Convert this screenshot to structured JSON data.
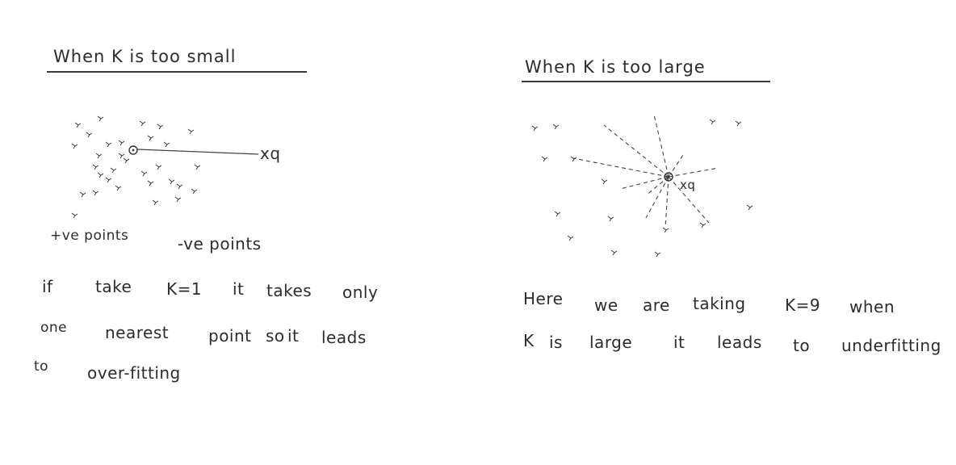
{
  "left": {
    "title": "When K is too small",
    "query_label": "xq",
    "pos_label": "+ve points",
    "neg_label": "-ve points",
    "note": {
      "w1": "if",
      "w2": "take",
      "w3": "K=1",
      "w4": "it",
      "w5": "takes",
      "w6": "only",
      "w7": "one",
      "w8": "nearest",
      "w9": "point",
      "w10": "so",
      "w11": "it",
      "w12": "leads",
      "w13": "to",
      "w14": "over-fitting"
    }
  },
  "right": {
    "title": "When K is too large",
    "query_label": "xq",
    "note": {
      "w1": "Here",
      "w2": "we",
      "w3": "are",
      "w4": "taking",
      "w5": "K=9",
      "w6": "when",
      "w7": "K",
      "w8": "is",
      "w9": "large",
      "w10": "it",
      "w11": "leads",
      "w12": "to",
      "w13": "underfitting"
    }
  }
}
